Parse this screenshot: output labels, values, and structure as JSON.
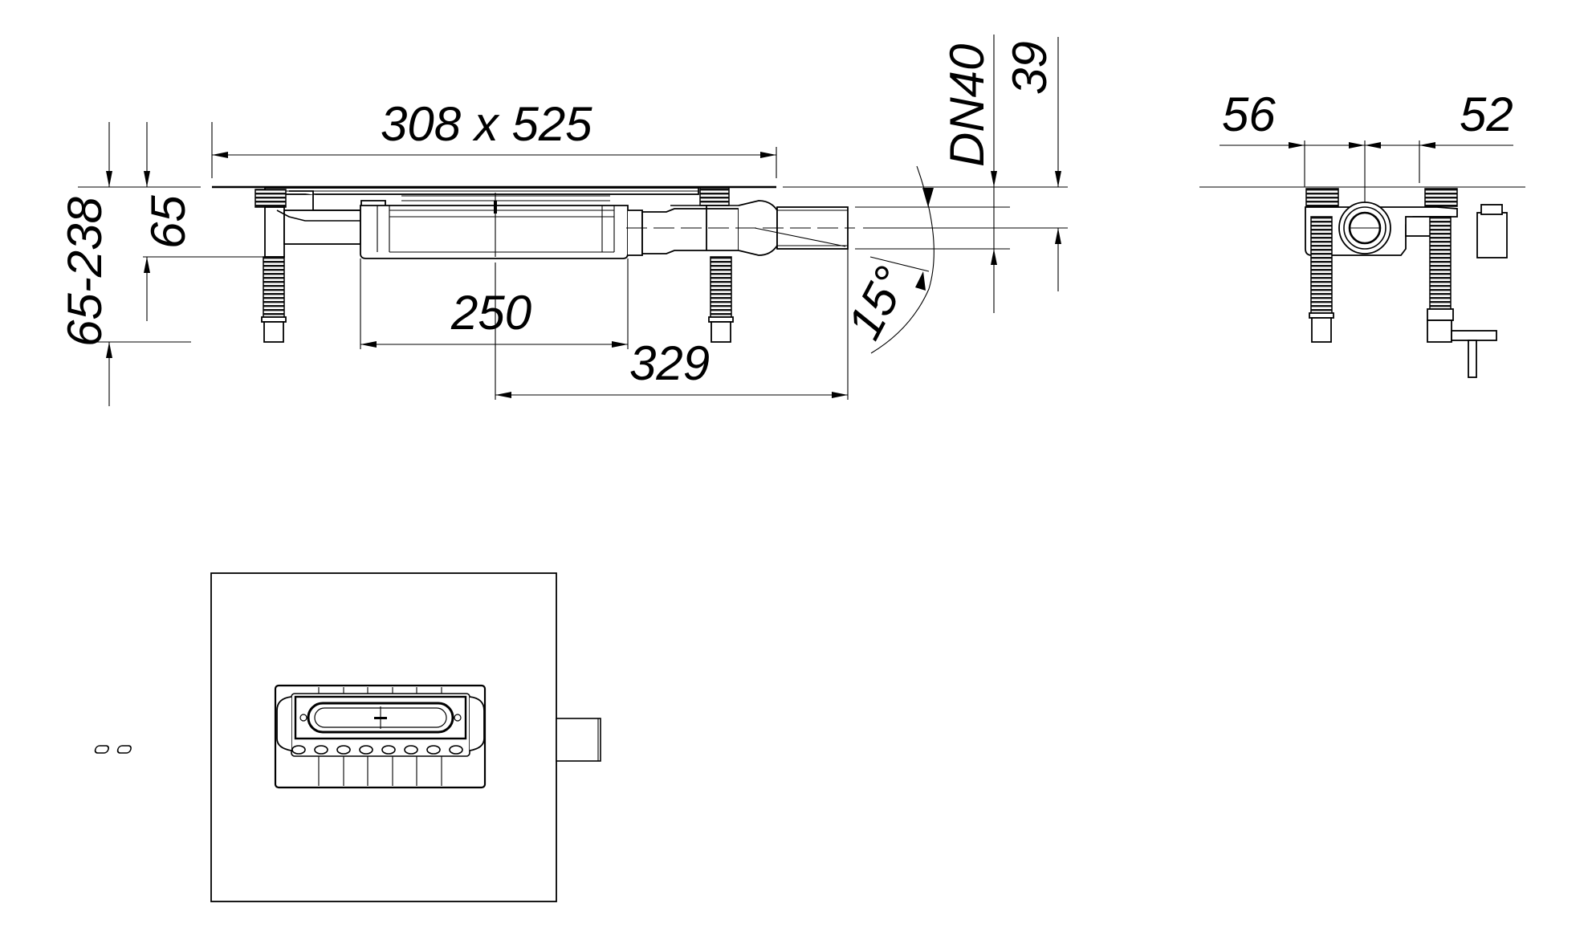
{
  "drawing": {
    "type": "technical-drawing",
    "subject": "shower floor drain with adjustable feet and horizontal outlet",
    "views": [
      "side-section",
      "end-view",
      "top-plan"
    ],
    "line_color": "#000000",
    "background": "#ffffff"
  },
  "side_view": {
    "dimensions": {
      "overall_size": "308 x 525",
      "height_range": "65-238",
      "body_height": "65",
      "outlet_offset": "250",
      "outlet_length": "329",
      "outlet_angle": "15°",
      "pipe_size": "DN40",
      "outlet_axis_height": "39"
    }
  },
  "end_view": {
    "dimensions": {
      "left_offset": "56",
      "right_offset": "52"
    }
  },
  "top_view": {
    "labels": []
  }
}
